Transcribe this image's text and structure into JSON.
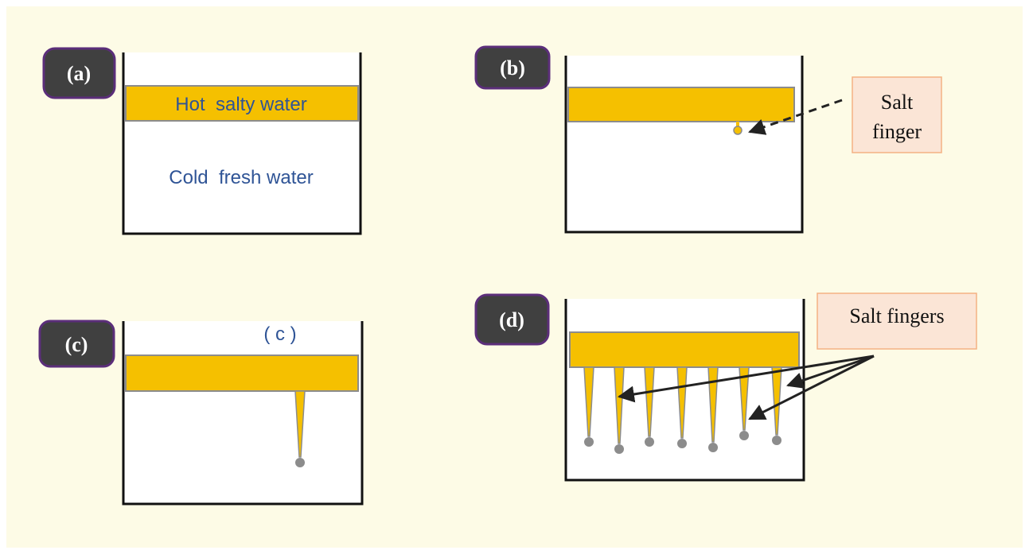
{
  "colors": {
    "background": "#fdfbe6",
    "salty_layer": "#f5c000",
    "layer_border": "#8c8c8c",
    "container_wall": "#111111",
    "badge_fill": "#404040",
    "badge_border": "#5b2e7a",
    "badge_text": "#ffffff",
    "callout_fill": "#fbe5d6",
    "callout_border": "#f4b183",
    "water_label_text": "#2f5496",
    "drop": "#8c8c8c",
    "arrow": "#222222"
  },
  "panels": {
    "a": {
      "badge": "(a)",
      "hot_label": "Hot  salty water",
      "cold_label": "Cold  fresh water"
    },
    "b": {
      "badge": "(b)",
      "callout_line1": "Salt",
      "callout_line2": "finger"
    },
    "c": {
      "badge": "(c)",
      "caption": "( c )"
    },
    "d": {
      "badge": "(d)",
      "callout": "Salt fingers",
      "finger_count": 7
    }
  }
}
